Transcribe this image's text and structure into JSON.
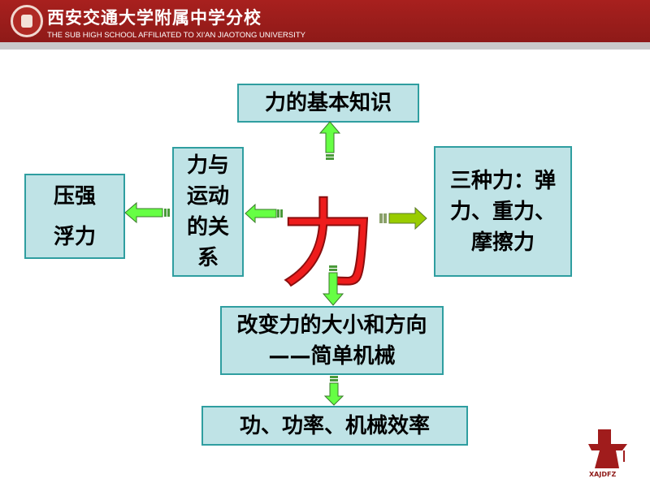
{
  "header": {
    "title": "西安交通大学附属中学分校",
    "subtitle": "THE SUB HIGH SCHOOL AFFILIATED TO XI'AN JIAOTONG UNIVERSITY"
  },
  "center": "力",
  "boxes": {
    "basic": "力的基本知识",
    "pressure": "压强",
    "buoyancy": "浮力",
    "motion": "力与运动的关系",
    "three_forces": "三种力：弹力、重力、摩擦力",
    "change": "改变力的大小和方向——简单机械",
    "work": "功、功率、机械效率"
  },
  "footer_logo": "XAJDFZ",
  "colors": {
    "header": "#9b1c1c",
    "box_fill": "#bfe3e6",
    "box_border": "#2f9ea0",
    "arrow": "#66ff44",
    "center": "#ee1c1c"
  }
}
